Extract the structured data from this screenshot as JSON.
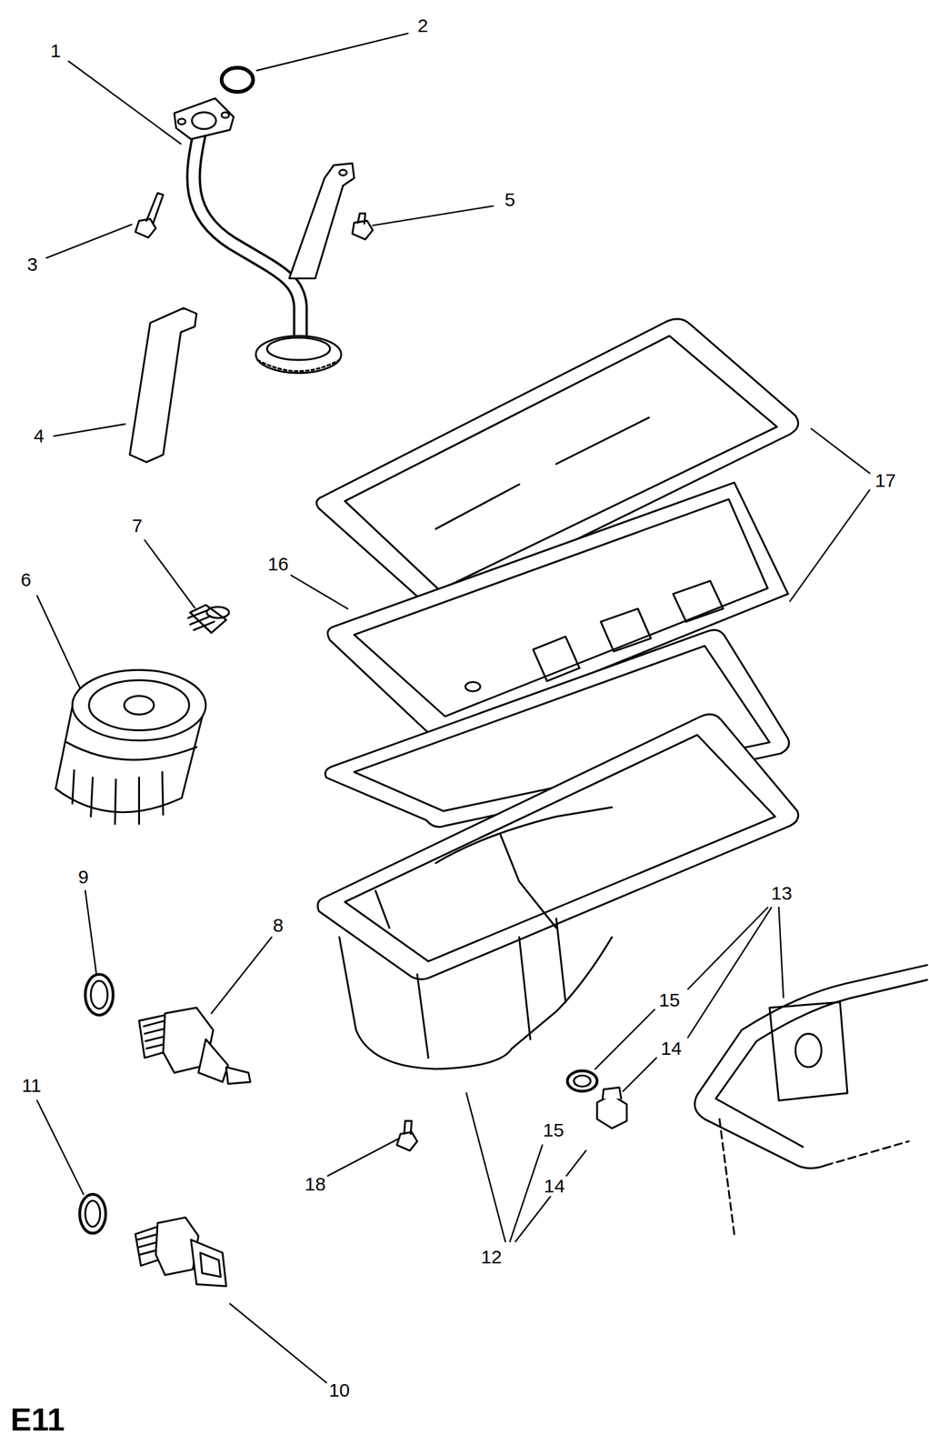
{
  "diagram": {
    "labels": [
      "2",
      "1",
      "5",
      "3",
      "4",
      "17",
      "7",
      "16",
      "6",
      "9",
      "8",
      "13",
      "15",
      "14",
      "11",
      "15",
      "18",
      "14",
      "12",
      "10",
      "E11"
    ]
  }
}
